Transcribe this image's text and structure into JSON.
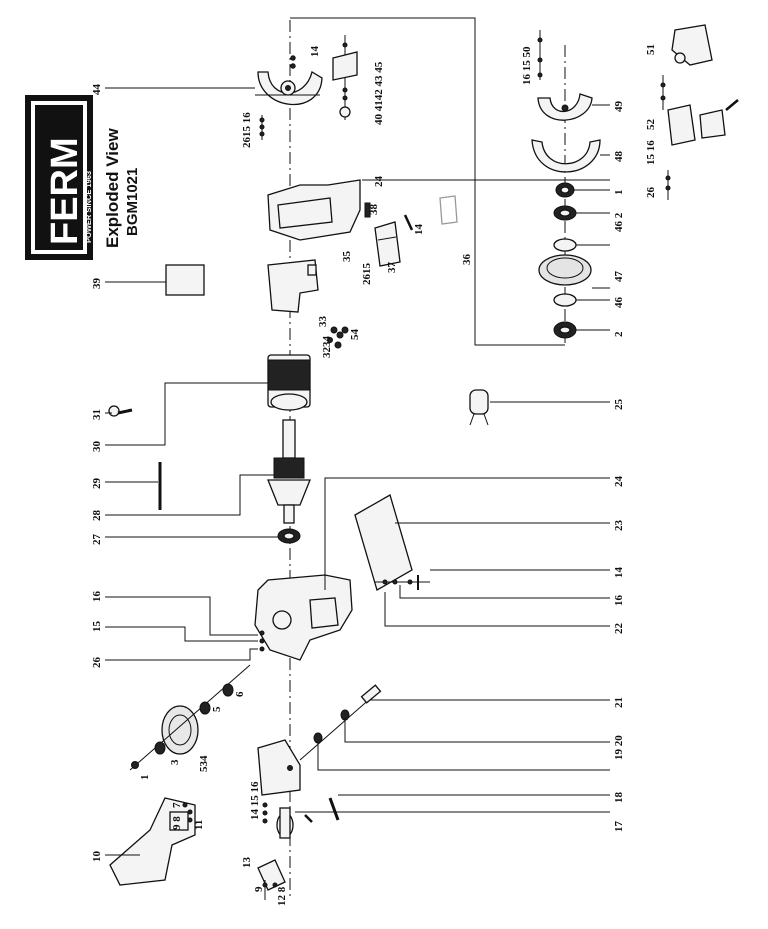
{
  "brand": {
    "name": "FERM",
    "tagline": "POWER SINCE 1963"
  },
  "title": {
    "line1": "Exploded View",
    "line2": "BGM1021"
  },
  "labels": {
    "l1": "1",
    "l2": "3",
    "l3": "534",
    "l4": "5",
    "l5": "6",
    "l6": "26",
    "l7": "15",
    "l8": "16",
    "l9": "27",
    "l10": "28",
    "l11": "29",
    "l12": "30",
    "l13": "31",
    "l14": "39",
    "l15": "44",
    "l16": "2615 16",
    "l17": "14",
    "l18": "40 4142 43 45",
    "l19": "24",
    "l20": "38",
    "l21": "14",
    "l22": "36",
    "l23": "35",
    "l24": "2615",
    "l25": "37",
    "l26": "33",
    "l27": "3234",
    "l28": "54",
    "l29": "25",
    "l30": "24",
    "l31": "23",
    "l32": "14",
    "l33": "16",
    "l34": "22",
    "l35": "21",
    "l36": "19 20",
    "l37": "18",
    "l38": "17",
    "l39": "14 15 16",
    "l40": "7",
    "l41": "9 8",
    "l42": "11",
    "l43": "10",
    "l44": "13",
    "l45": "9",
    "l46": "12 8",
    "l47": "16 15 50",
    "l48": "49",
    "l49": "48",
    "l50": "1",
    "l51": "46 2",
    "l52": "47",
    "l53": "46",
    "l54": "2",
    "l55": "51",
    "l56": "52",
    "l57": "15 16",
    "l58": "26"
  }
}
